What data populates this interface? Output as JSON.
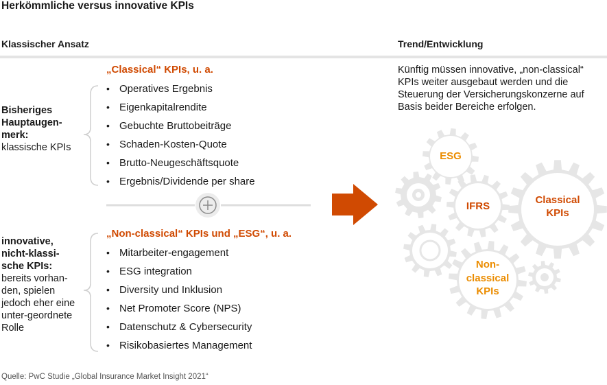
{
  "title": "Herkömmliche versus innovative KPIs",
  "headers": {
    "left": "Klassischer Ansatz",
    "right": "Trend/Entwicklung"
  },
  "side1": {
    "bold": "Bisheriges Hauptaugen-merk:",
    "normal": "klassische KPIs"
  },
  "side2": {
    "bold": "innovative, nicht-klassi-sche KPIs:",
    "normal": "bereits vorhan-den, spielen jedoch eher eine unter-geordnete Rolle"
  },
  "classical": {
    "title": "„Classical“ KPIs, u. a.",
    "items": [
      "Operatives Ergebnis",
      "Eigenkapitalrendite",
      "Gebuchte Bruttobeiträge",
      "Schaden-Kosten-Quote",
      "Brutto-Neugeschäftsquote",
      "Ergebnis/Dividende per share"
    ]
  },
  "nonclassical": {
    "title": "„Non-classical“ KPIs und „ESG“, u. a.",
    "items": [
      "Mitarbeiter-engagement",
      "ESG integration",
      "Diversity und Inklusion",
      "Net Promoter Score (NPS)",
      "Datenschutz & Cybersecurity",
      "Risikobasiertes Management"
    ]
  },
  "bullet": "•",
  "trend_text": "Künftig müssen innovative, „non-classical“ KPIs weiter ausgebaut werden und die Steuerung der Versicherungskonzerne auf Basis beider Bereiche erfolgen.",
  "gears": {
    "esg": "ESG",
    "ifrs": "IFRS",
    "classical_l1": "Classical",
    "classical_l2": "KPIs",
    "non_l1": "Non-",
    "non_l2": "classical",
    "non_l3": "KPIs"
  },
  "colors": {
    "orange": "#d04a02",
    "amber": "#eb8c00",
    "gear": "#e6e6e6",
    "line": "#dedede"
  },
  "source": "Quelle: PwC Studie „Global Insurance Market Insight 2021“"
}
